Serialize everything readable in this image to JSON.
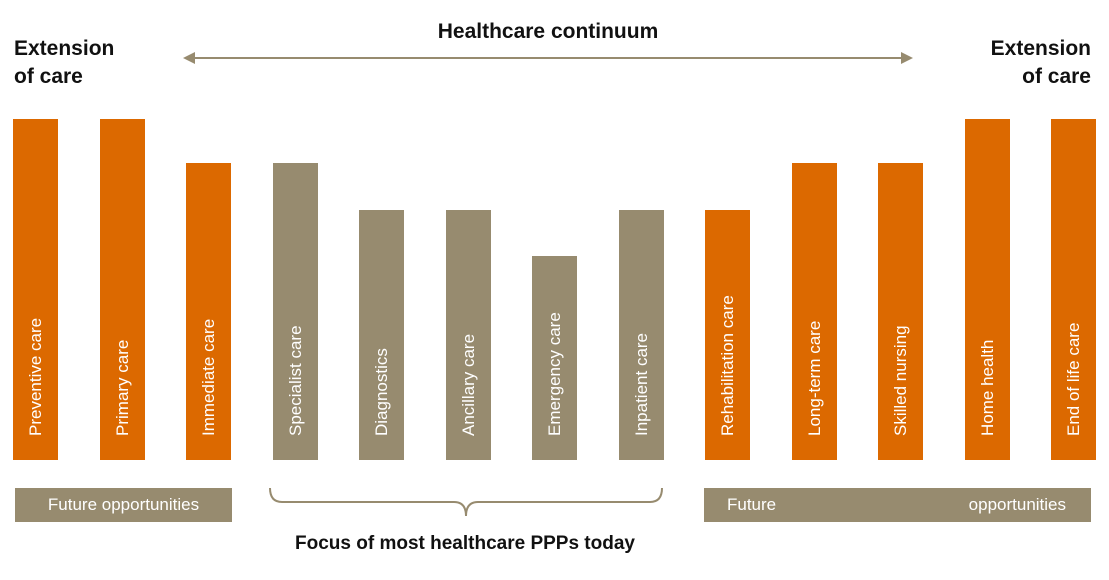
{
  "left_label": {
    "line1": "Extension",
    "line2": "of care"
  },
  "right_label": {
    "line1": "Extension",
    "line2": "of care"
  },
  "continuum_title": "Healthcare continuum",
  "colors": {
    "orange": "#dc6900",
    "taupe": "#978b6f",
    "text": "#111111"
  },
  "stages": [
    {
      "label": "Preventive care",
      "category": "extension",
      "height_level": 4
    },
    {
      "label": "Primary care",
      "category": "extension",
      "height_level": 4
    },
    {
      "label": "Immediate care",
      "category": "extension",
      "height_level": 3
    },
    {
      "label": "Specialist care",
      "category": "focus",
      "height_level": 3
    },
    {
      "label": "Diagnostics",
      "category": "focus",
      "height_level": 2
    },
    {
      "label": "Ancillary care",
      "category": "focus",
      "height_level": 2
    },
    {
      "label": "Emergency care",
      "category": "focus",
      "height_level": 1
    },
    {
      "label": "Inpatient care",
      "category": "focus",
      "height_level": 2
    },
    {
      "label": "Rehabilitation care",
      "category": "extension",
      "height_level": 2
    },
    {
      "label": "Long-term care",
      "category": "extension",
      "height_level": 3
    },
    {
      "label": "Skilled nursing",
      "category": "extension",
      "height_level": 3
    },
    {
      "label": "Home health",
      "category": "extension",
      "height_level": 4
    },
    {
      "label": "End of life care",
      "category": "extension",
      "height_level": 4
    }
  ],
  "left_box": {
    "label": "Future opportunities"
  },
  "right_box": {
    "word1": "Future",
    "word2": "opportunities"
  },
  "focus_caption": "Focus of most healthcare PPPs today"
}
